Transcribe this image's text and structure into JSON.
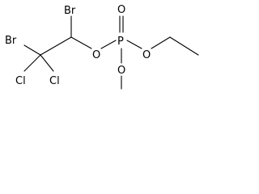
{
  "molecule": {
    "atoms": {
      "br_top": "Br",
      "br_left": "Br",
      "cl_left": "Cl",
      "cl_right": "Cl",
      "o_ester_left": "O",
      "p_center": "P",
      "o_double": "O",
      "o_ethoxy": "O",
      "o_methoxy": "O"
    }
  }
}
